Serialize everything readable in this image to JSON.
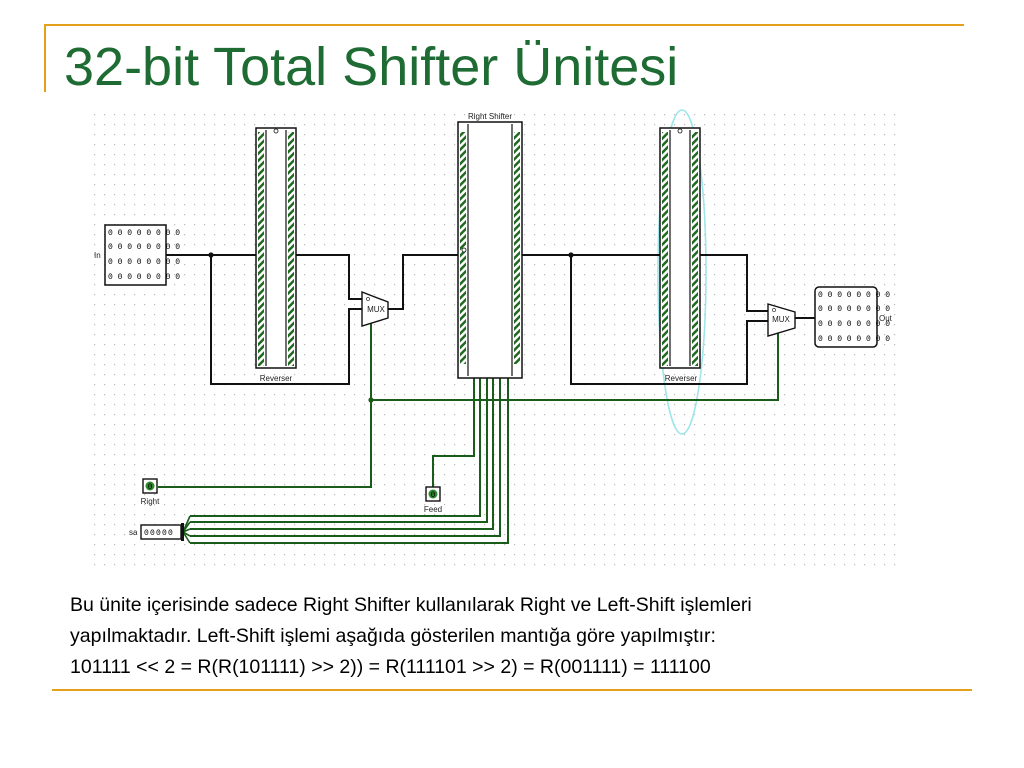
{
  "slide": {
    "title": "32-bit Total Shifter Ünitesi",
    "accent_color": "#e4a01a",
    "title_color": "#1e6b33"
  },
  "circuit": {
    "right_shifter_label": "Right Shifter",
    "reverser_label": "Reverser",
    "mux_label": "MUX",
    "input_label": "In",
    "output_label": "Out",
    "right_pin_label": "Right",
    "right_pin_value": "0",
    "feed_pin_label": "Feed",
    "feed_pin_value": "0",
    "shift_amount_label": "sa",
    "shift_amount_bits": "00000",
    "in_rows": [
      "0 0 0 0 0 0 0 0",
      "0 0 0 0 0 0 0 0",
      "0 0 0 0 0 0 0 0",
      "0 0 0 0 0 0 0 0"
    ],
    "out_rows": [
      "0 0 0 0 0 0 0 0",
      "0 0 0 0 0 0 0 0",
      "0 0 0 0 0 0 0 0",
      "0 0 0 0 0 0 0 0"
    ],
    "wire_color": "#1a5c1a",
    "bus_color": "#111111"
  },
  "description": {
    "line1": "Bu ünite içerisinde sadece Right Shifter kullanılarak Right ve Left-Shift işlemleri",
    "line2": "yapılmaktadır. Left-Shift işlemi aşağıda gösterilen mantığa göre yapılmıştır:",
    "line3": "101111 << 2 = R(R(101111) >> 2)) = R(111101 >> 2) = R(001111) = 111100"
  }
}
